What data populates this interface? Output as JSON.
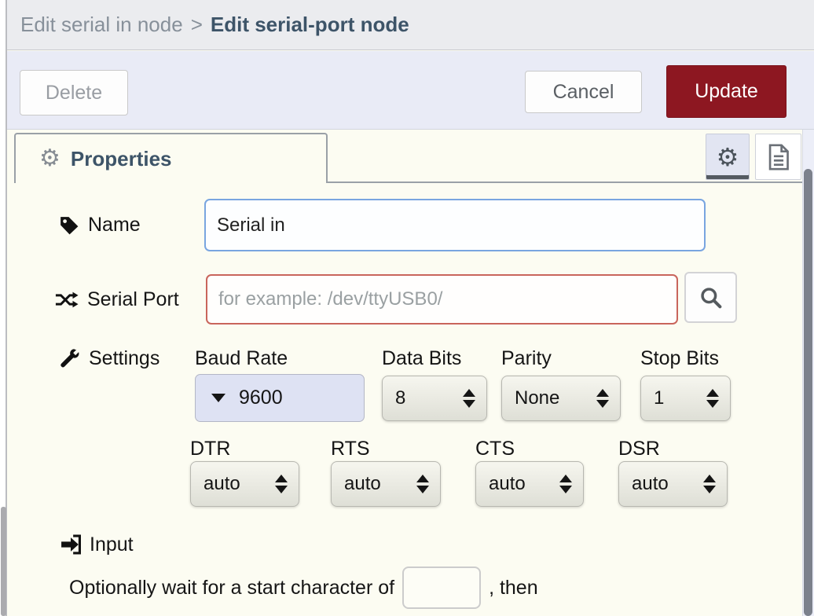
{
  "header": {
    "breadcrumb": "Edit serial in node",
    "separator": ">",
    "title": "Edit serial-port node"
  },
  "toolbar": {
    "delete_label": "Delete",
    "cancel_label": "Cancel",
    "update_label": "Update"
  },
  "tabs": {
    "properties_label": "Properties"
  },
  "icons": {
    "gear": "⚙"
  },
  "form": {
    "name": {
      "label": "Name",
      "value": "Serial in"
    },
    "serial_port": {
      "label": "Serial Port",
      "value": "",
      "placeholder": "for example: /dev/ttyUSB0/"
    },
    "settings": {
      "label": "Settings",
      "baud": {
        "label": "Baud Rate",
        "value": "9600"
      },
      "data_bits": {
        "label": "Data Bits",
        "value": "8"
      },
      "parity": {
        "label": "Parity",
        "value": "None"
      },
      "stop_bits": {
        "label": "Stop Bits",
        "value": "1"
      },
      "dtr": {
        "label": "DTR",
        "value": "auto"
      },
      "rts": {
        "label": "RTS",
        "value": "auto"
      },
      "cts": {
        "label": "CTS",
        "value": "auto"
      },
      "dsr": {
        "label": "DSR",
        "value": "auto"
      }
    },
    "input_section": {
      "label": "Input",
      "wait_prefix": "Optionally wait for a start character of",
      "wait_value": "",
      "wait_suffix": ", then"
    }
  },
  "colors": {
    "accent_red": "#8d1721",
    "focus_blue": "#79a5e0",
    "error_red": "#c9655c",
    "title_dark": "#3d5468"
  }
}
